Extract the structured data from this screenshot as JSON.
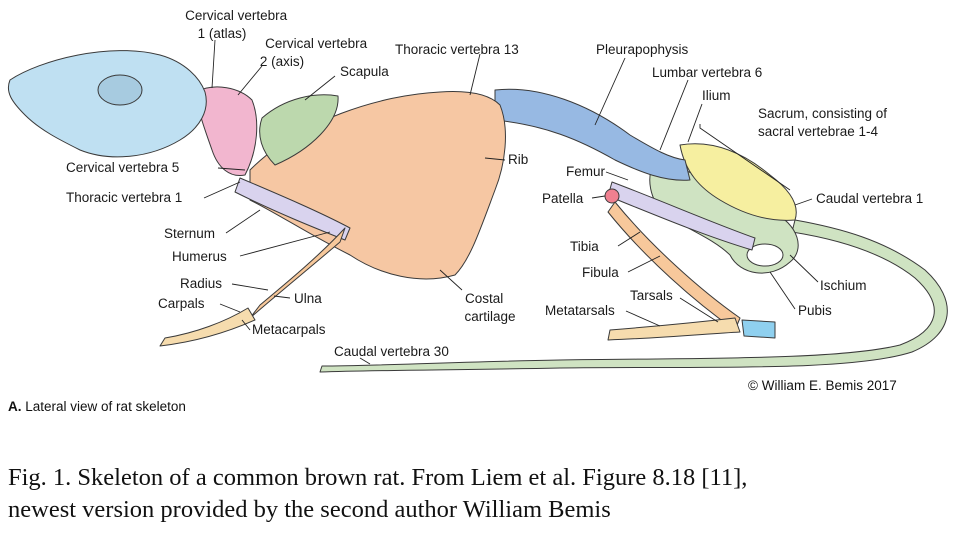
{
  "figure": {
    "panel_letter": "A.",
    "panel_title": "Lateral view of rat skeleton",
    "credit": "© William E. Bemis 2017",
    "caption_line1": "Fig. 1.  Skeleton of a common brown rat. From Liem et al. Figure 8.18 [11],",
    "caption_line2": "newest version provided by the second author William Bemis"
  },
  "labels": {
    "cervical_1_line1": "Cervical vertebra",
    "cervical_1_line2": "1 (atlas)",
    "cervical_2_line1": "Cervical vertebra",
    "cervical_2_line2": "2 (axis)",
    "scapula": "Scapula",
    "thoracic_13": "Thoracic vertebra 13",
    "pleurapophysis": "Pleurapophysis",
    "lumbar_6": "Lumbar vertebra 6",
    "ilium": "Ilium",
    "sacrum_line1": "Sacrum, consisting of",
    "sacrum_line2": "sacral vertebrae 1-4",
    "cervical_5": "Cervical vertebra 5",
    "rib": "Rib",
    "femur": "Femur",
    "thoracic_1": "Thoracic vertebra 1",
    "patella": "Patella",
    "caudal_1": "Caudal vertebra 1",
    "sternum": "Sternum",
    "tibia": "Tibia",
    "humerus": "Humerus",
    "fibula": "Fibula",
    "ischium": "Ischium",
    "radius": "Radius",
    "tarsals": "Tarsals",
    "ulna": "Ulna",
    "carpals": "Carpals",
    "costal_line1": "Costal",
    "costal_line2": "cartilage",
    "metatarsals": "Metatarsals",
    "pubis": "Pubis",
    "metacarpals": "Metacarpals",
    "caudal_30": "Caudal vertebra 30"
  },
  "colors": {
    "skull": "#bfe0f2",
    "cervical": "#f2b6cf",
    "scapula": "#bcd8ad",
    "ribs": "#f6c7a3",
    "thoracic_lumbar": "#97b9e3",
    "pelvis_tail": "#cfe3c2",
    "sacrum": "#f6efa0",
    "femur": "#d9d3ee",
    "hindlimb": "#f7c89b",
    "feet": "#f6dcae",
    "patella": "#f08090",
    "calcaneus": "#8fd0ef"
  }
}
